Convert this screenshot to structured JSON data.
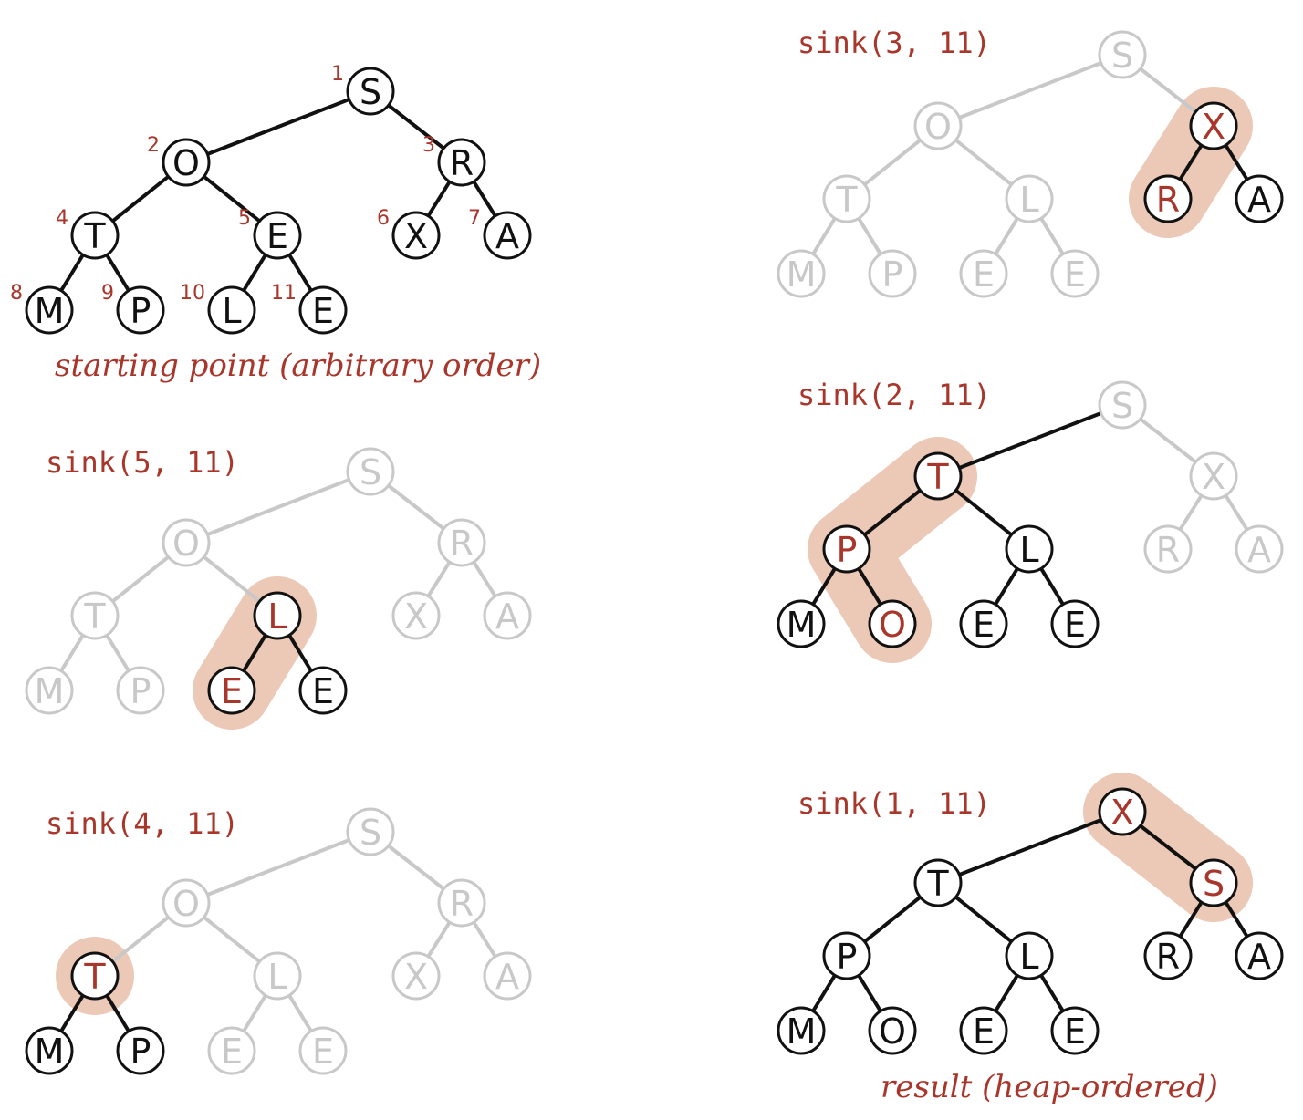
{
  "colors": {
    "active": "#111111",
    "faded": "#c8c8c8",
    "highlight_text": "#a9362b",
    "highlight_band": "#ecc8b6"
  },
  "panels": [
    {
      "id": "start",
      "label": "",
      "caption": "starting point (arbitrary order)",
      "keys": [
        "S",
        "O",
        "R",
        "T",
        "E",
        "X",
        "A",
        "M",
        "P",
        "L",
        "E"
      ],
      "status": [
        "a",
        "a",
        "a",
        "a",
        "a",
        "a",
        "a",
        "a",
        "a",
        "a",
        "a"
      ],
      "show_indices": true,
      "indices": [
        "1",
        "2",
        "3",
        "4",
        "5",
        "6",
        "7",
        "8",
        "9",
        "10",
        "11"
      ],
      "highlight_path": []
    },
    {
      "id": "sink5",
      "label": "sink(5, 11)",
      "caption": "",
      "keys": [
        "S",
        "O",
        "R",
        "T",
        "L",
        "X",
        "A",
        "M",
        "P",
        "E",
        "E"
      ],
      "status": [
        "f",
        "f",
        "f",
        "f",
        "h",
        "f",
        "f",
        "f",
        "f",
        "h",
        "a"
      ],
      "show_indices": false,
      "highlight_path": [
        5,
        10
      ]
    },
    {
      "id": "sink4",
      "label": "sink(4, 11)",
      "caption": "",
      "keys": [
        "S",
        "O",
        "R",
        "T",
        "L",
        "X",
        "A",
        "M",
        "P",
        "E",
        "E"
      ],
      "status": [
        "f",
        "f",
        "f",
        "h",
        "f",
        "f",
        "f",
        "a",
        "a",
        "f",
        "f"
      ],
      "show_indices": false,
      "highlight_path": [
        4
      ]
    },
    {
      "id": "sink3",
      "label": "sink(3, 11)",
      "caption": "",
      "keys": [
        "S",
        "O",
        "X",
        "T",
        "L",
        "R",
        "A",
        "M",
        "P",
        "E",
        "E"
      ],
      "status": [
        "f",
        "f",
        "h",
        "f",
        "f",
        "h",
        "a",
        "f",
        "f",
        "f",
        "f"
      ],
      "show_indices": false,
      "highlight_path": [
        3,
        6
      ]
    },
    {
      "id": "sink2",
      "label": "sink(2, 11)",
      "caption": "",
      "keys": [
        "S",
        "T",
        "X",
        "P",
        "L",
        "R",
        "A",
        "M",
        "O",
        "E",
        "E"
      ],
      "status": [
        "f",
        "h",
        "f",
        "h",
        "a",
        "f",
        "f",
        "a",
        "h",
        "a",
        "a"
      ],
      "show_indices": false,
      "highlight_path": [
        2,
        4,
        9
      ],
      "edge_to_root_active": true
    },
    {
      "id": "sink1",
      "label": "sink(1, 11)",
      "caption": "result (heap-ordered)",
      "keys": [
        "X",
        "T",
        "S",
        "P",
        "L",
        "R",
        "A",
        "M",
        "O",
        "E",
        "E"
      ],
      "status": [
        "h",
        "a",
        "h",
        "a",
        "a",
        "a",
        "a",
        "a",
        "a",
        "a",
        "a"
      ],
      "show_indices": false,
      "highlight_path": [
        1,
        3
      ]
    }
  ]
}
